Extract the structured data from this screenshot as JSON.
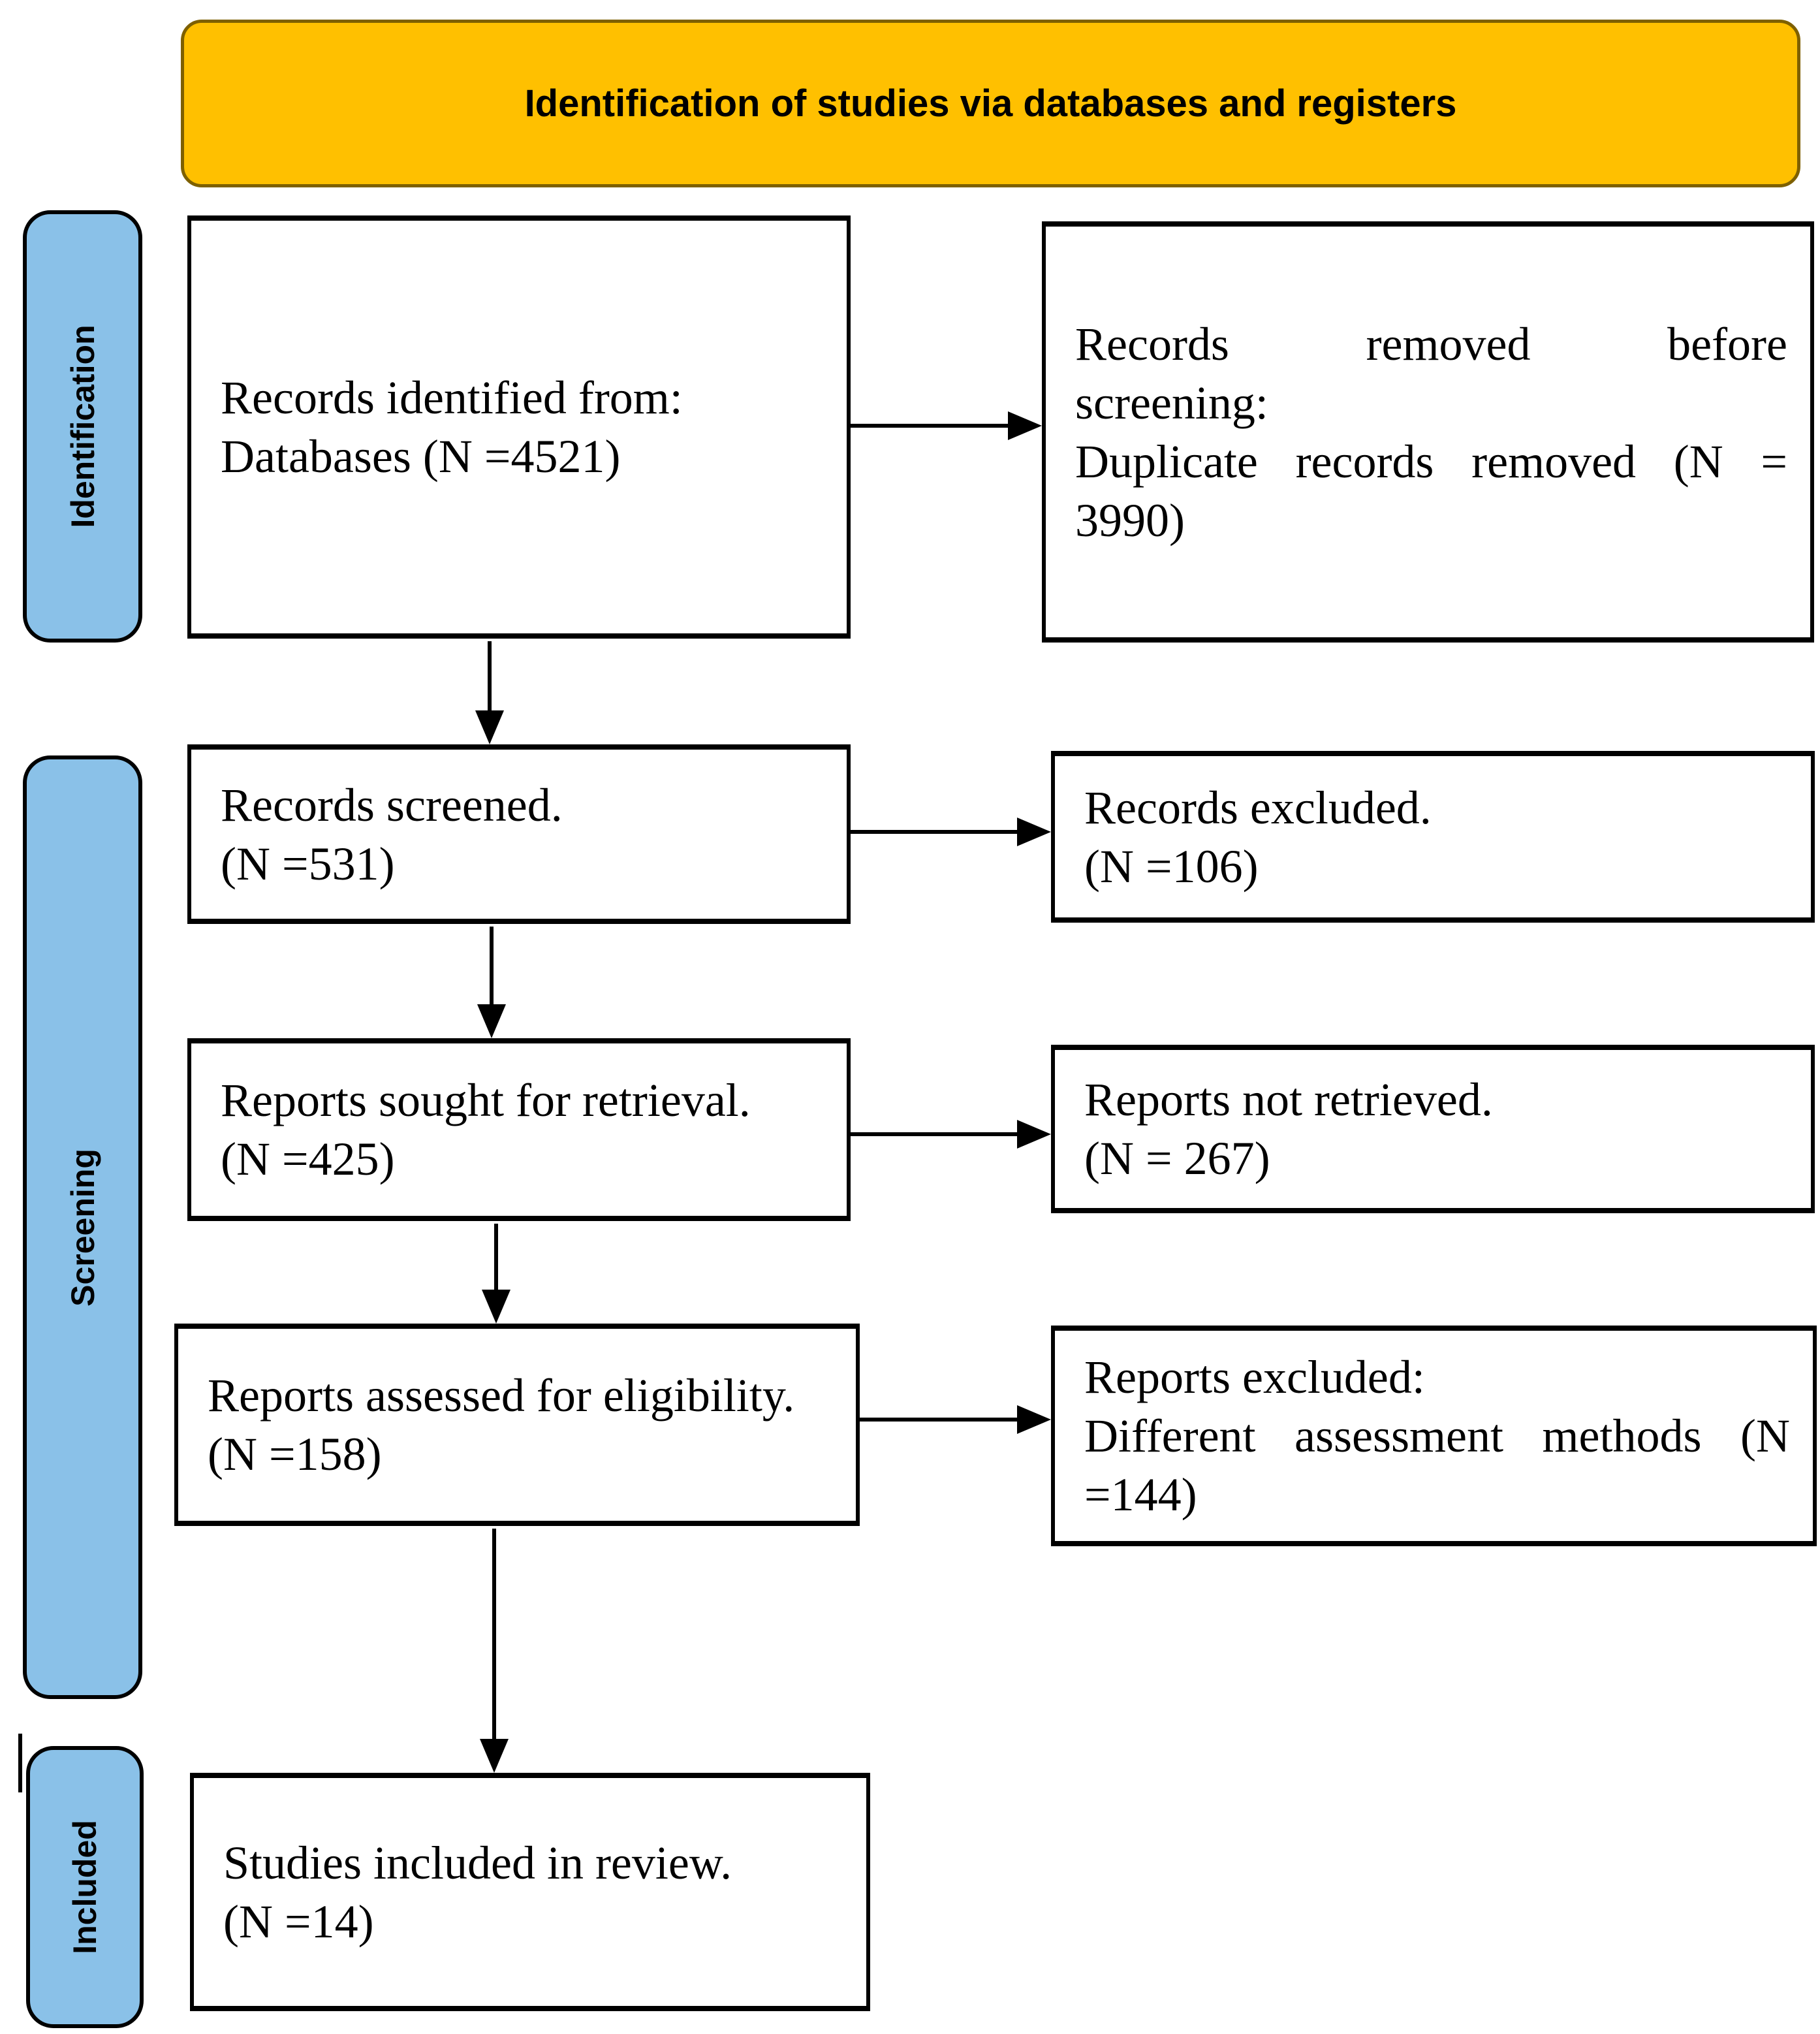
{
  "header": {
    "title": "Identification of studies via databases and registers"
  },
  "stages": {
    "identification": "Identification",
    "screening": "Screening",
    "included": "Included"
  },
  "boxes": {
    "records_identified": {
      "lines": [
        "Records identified from:",
        "Databases (N =4521)"
      ]
    },
    "records_removed": {
      "lines": [
        "Records removed before",
        "screening:",
        "Duplicate records removed (N =",
        "3990)"
      ]
    },
    "records_screened": {
      "lines": [
        "Records screened.",
        "(N =531)"
      ]
    },
    "records_excluded": {
      "lines": [
        "Records excluded.",
        "(N =106)"
      ]
    },
    "reports_sought": {
      "lines": [
        "Reports sought for retrieval.",
        "(N =425)"
      ]
    },
    "reports_not_retrieved": {
      "lines": [
        "Reports not retrieved.",
        "(N = 267)"
      ]
    },
    "reports_assessed": {
      "lines": [
        "Reports assessed for eligibility.",
        "(N =158)"
      ]
    },
    "reports_excluded": {
      "lines": [
        "Reports excluded:",
        "Different assessment methods (N",
        "=144)"
      ]
    },
    "studies_included": {
      "lines": [
        "Studies included in review.",
        "(N =14)"
      ]
    }
  },
  "colors": {
    "header_fill": "#FFC000",
    "header_border": "#7E6000",
    "stage_tab_fill": "#8AC1E8",
    "stage_tab_border": "#000000",
    "box_fill": "#FFFFFF",
    "box_border": "#000000",
    "arrow": "#000000",
    "text": "#000000"
  }
}
